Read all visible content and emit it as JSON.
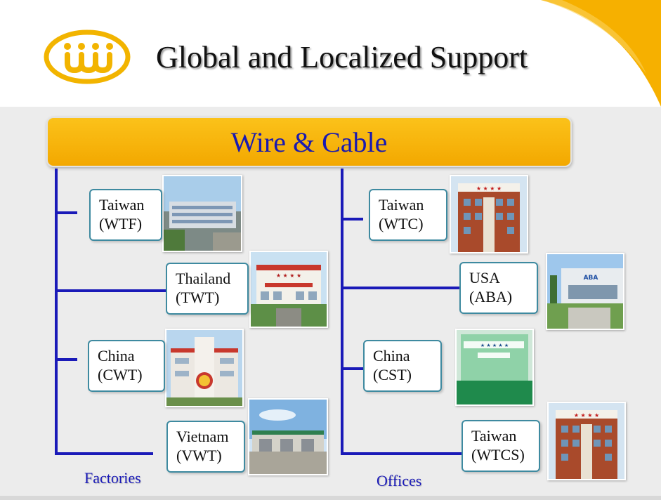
{
  "title": "Global and Localized Support",
  "banner": "Wire & Cable",
  "colors": {
    "accent": "#f3a800",
    "line": "#1a1ab8",
    "box_border": "#3e8aa0",
    "banner_text": "#1a1ab0"
  },
  "factories": {
    "caption": "Factories",
    "items": [
      {
        "name": "Taiwan",
        "code": "(WTF)"
      },
      {
        "name": "Thailand",
        "code": "(TWT)"
      },
      {
        "name": "China",
        "code": "(CWT)"
      },
      {
        "name": "Vietnam",
        "code": "(VWT)"
      }
    ]
  },
  "offices": {
    "caption": "Offices",
    "items": [
      {
        "name": "Taiwan",
        "code": "(WTC)"
      },
      {
        "name": "USA",
        "code": "(ABA)"
      },
      {
        "name": "China",
        "code": "(CST)"
      },
      {
        "name": "Taiwan",
        "code": "(WTCS)"
      }
    ]
  }
}
